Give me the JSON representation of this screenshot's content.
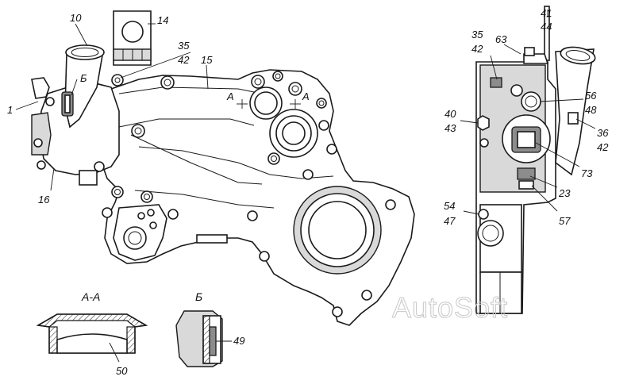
{
  "watermark": "AutoSoft",
  "views": {
    "section_aa": "А-А",
    "section_b": "Б"
  },
  "section_markers": {
    "a_left": "А",
    "a_right": "А",
    "b_detail": "Б"
  },
  "callouts": {
    "c1": "1",
    "c10": "10",
    "c14": "14",
    "c15": "15",
    "c16": "16",
    "c35_left": "35",
    "c42_left": "42",
    "c50": "50",
    "c49": "49",
    "c41": "41",
    "c44": "44",
    "c35_right": "35",
    "c42_right_top": "42",
    "c63": "63",
    "c56": "56",
    "c48": "48",
    "c40": "40",
    "c43": "43",
    "c36": "36",
    "c42_right_mid": "42",
    "c73": "73",
    "c23": "23",
    "c54": "54",
    "c47": "47",
    "c57": "57"
  }
}
